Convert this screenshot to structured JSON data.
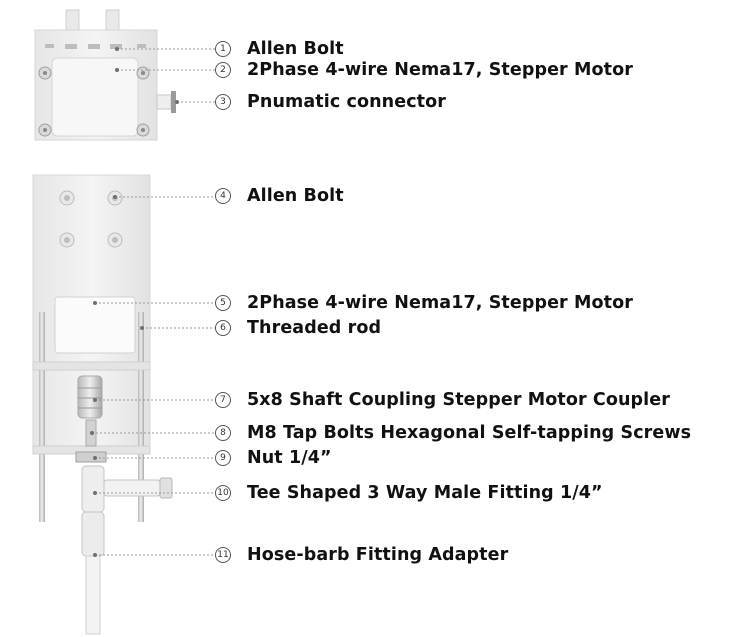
{
  "callouts": [
    {
      "num": "1",
      "label": "Allen Bolt"
    },
    {
      "num": "2",
      "label": "2Phase 4-wire Nema17, Stepper Motor"
    },
    {
      "num": "3",
      "label": "Pnumatic connector"
    },
    {
      "num": "4",
      "label": "Allen Bolt"
    },
    {
      "num": "5",
      "label": "2Phase 4-wire Nema17, Stepper Motor"
    },
    {
      "num": "6",
      "label": "Threaded rod"
    },
    {
      "num": "7",
      "label": "5x8 Shaft Coupling Stepper Motor Coupler"
    },
    {
      "num": "8",
      "label": "M8 Tap Bolts Hexagonal Self-tapping Screws"
    },
    {
      "num": "9",
      "label": "Nut 1/4”"
    },
    {
      "num": "10",
      "label": "Tee Shaped 3 Way Male Fitting 1/4”"
    },
    {
      "num": "11",
      "label": "Hose-barb Fitting Adapter"
    }
  ]
}
